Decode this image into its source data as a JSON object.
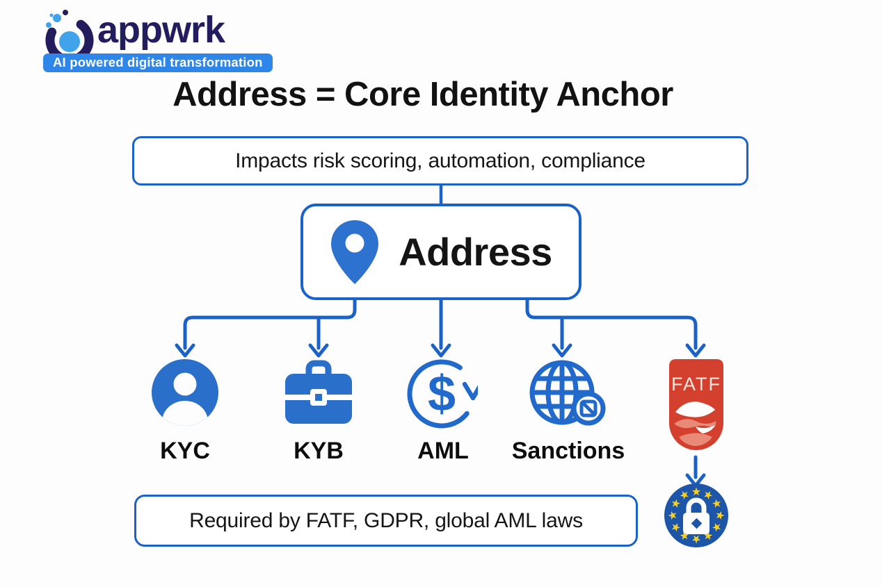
{
  "logo": {
    "brand": "appwrk",
    "tagline": "AI powered digital transformation"
  },
  "title": "Address = Core Identity Anchor",
  "impact_box": {
    "text": "Impacts risk scoring, automation, compliance"
  },
  "address_node": {
    "label": "Address",
    "icon": "location-pin-icon"
  },
  "branches": [
    {
      "id": "kyc",
      "label": "KYC",
      "icon": "user-icon"
    },
    {
      "id": "kyb",
      "label": "KYB",
      "icon": "briefcase-icon"
    },
    {
      "id": "aml",
      "label": "AML",
      "icon": "dollar-cycle-icon"
    },
    {
      "id": "sanctions",
      "label": "Sanctions",
      "icon": "globe-restriction-icon"
    },
    {
      "id": "fatf",
      "badge_text": "FATF",
      "icon": "fatf-shield-icon"
    }
  ],
  "gdpr_badge": {
    "icon": "eu-stars-lock-icon"
  },
  "requirement_box": {
    "text": "Required by FATF, GDPR, global AML laws"
  },
  "colors": {
    "diagram_blue": "#1a62c8",
    "icon_blue": "#2a6fc9",
    "pin_blue": "#2e72d0",
    "fatf_red": "#d4402e",
    "fatf_salmon": "#e98977",
    "eu_blue": "#1d56a8",
    "star_yellow": "#f5d028",
    "logo_navy": "#231d5e",
    "logo_light_blue": "#41a3e9",
    "tagline_banner_blue": "#2e86e9"
  }
}
